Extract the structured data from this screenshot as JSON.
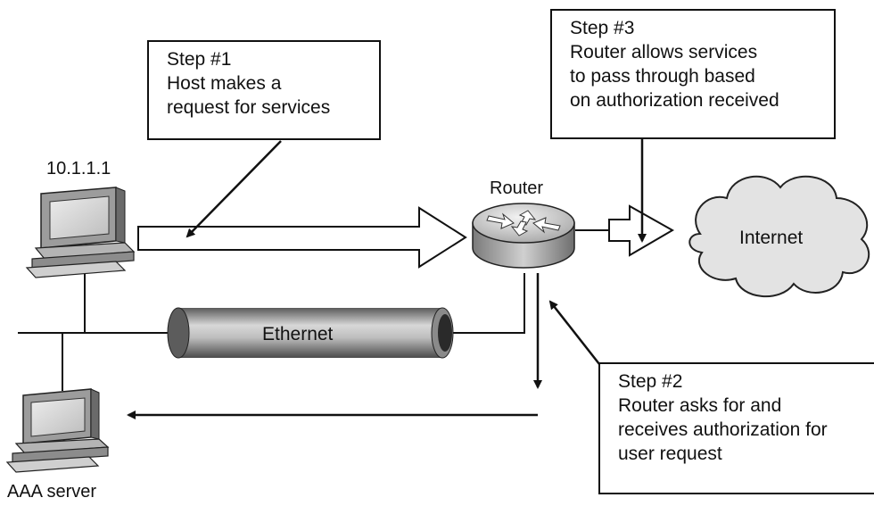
{
  "host": {
    "ip": "10.1.1.1"
  },
  "router": {
    "label": "Router"
  },
  "internet": {
    "label": "Internet"
  },
  "ethernet": {
    "label": "Ethernet"
  },
  "aaa_server": {
    "label": "AAA server"
  },
  "steps": [
    {
      "title": "Step #1",
      "lines": [
        "Host makes a",
        "request for services"
      ]
    },
    {
      "title": "Step #2",
      "lines": [
        "Router asks for and",
        "receives authorization for",
        "user request"
      ]
    },
    {
      "title": "Step #3",
      "lines": [
        "Router allows services",
        "to pass through based",
        "on authorization received"
      ]
    }
  ]
}
